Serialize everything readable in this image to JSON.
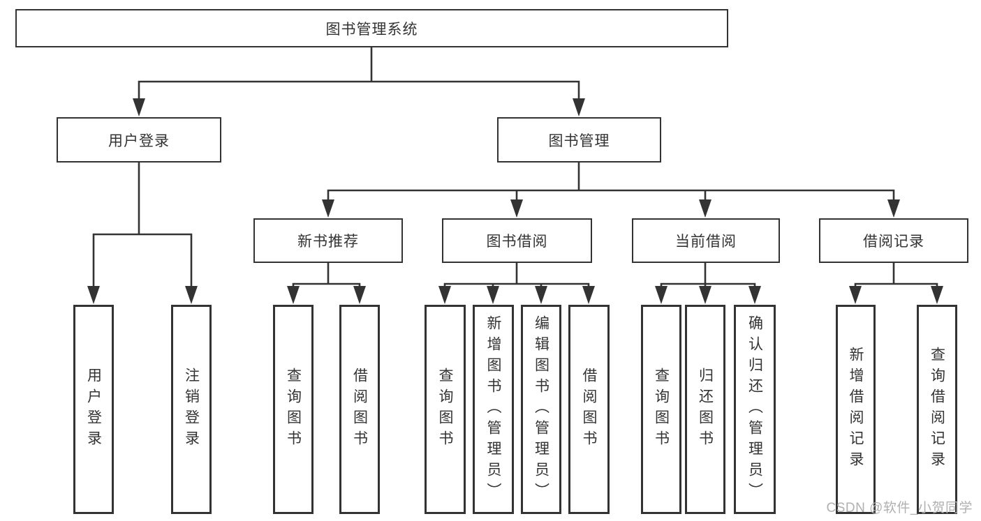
{
  "colors": {
    "line": "#333333",
    "text": "#333333",
    "box_background": "#ffffff",
    "watermark": "#b0b0b0"
  },
  "tree": {
    "root": "图书管理系统",
    "branches": [
      {
        "label": "用户登录",
        "children": [
          "用户登录",
          "注销登录"
        ]
      },
      {
        "label": "图书管理",
        "sections": [
          {
            "label": "新书推荐",
            "children": [
              "查询图书",
              "借阅图书"
            ]
          },
          {
            "label": "图书借阅",
            "children": [
              "查询图书",
              "新增图书（管理员）",
              "编辑图书（管理员）",
              "借阅图书"
            ]
          },
          {
            "label": "当前借阅",
            "children": [
              "查询图书",
              "归还图书",
              "确认归还（管理员）"
            ]
          },
          {
            "label": "借阅记录",
            "children": [
              "新增借阅记录",
              "查询借阅记录"
            ]
          }
        ]
      }
    ]
  },
  "watermark": {
    "text": "CSDN @软件_小贺同学"
  }
}
